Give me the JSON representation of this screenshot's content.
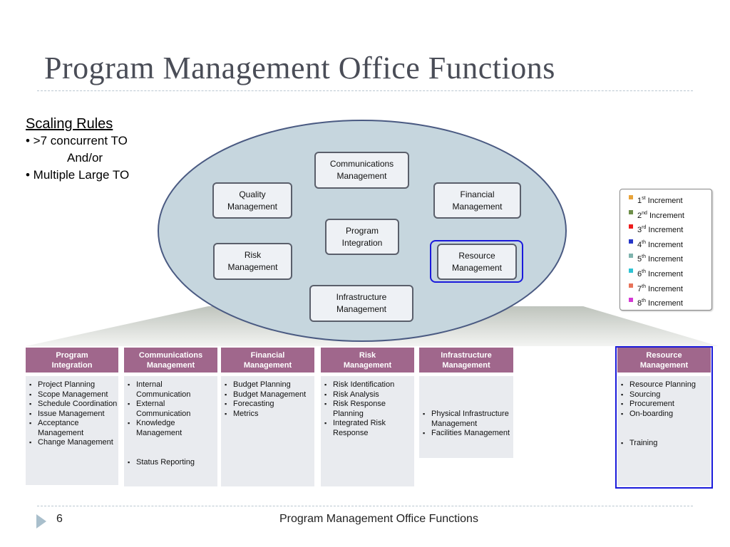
{
  "title": "Program Management Office Functions",
  "scaling": {
    "heading": "Scaling Rules",
    "line1": "• >7 concurrent TO",
    "line2": "And/or",
    "line3": "• Multiple Large TO"
  },
  "processes": [
    {
      "id": "communications",
      "line1": "Communications",
      "line2": "Management"
    },
    {
      "id": "quality",
      "line1": "Quality",
      "line2": "Management"
    },
    {
      "id": "financial",
      "line1": "Financial",
      "line2": "Management"
    },
    {
      "id": "integration",
      "line1": "Program",
      "line2": "Integration"
    },
    {
      "id": "risk",
      "line1": "Risk",
      "line2": "Management"
    },
    {
      "id": "resource",
      "line1": "Resource",
      "line2": "Management"
    },
    {
      "id": "infrastructure",
      "line1": "Infrastructure",
      "line2": "Management"
    }
  ],
  "legend": {
    "items": [
      {
        "num": "1",
        "ord": "st",
        "label": "Increment",
        "color": "#e8a33a"
      },
      {
        "num": "2",
        "ord": "nd",
        "label": "Increment",
        "color": "#6e8f4a"
      },
      {
        "num": "3",
        "ord": "rd",
        "label": "Increment",
        "color": "#ee1c1c"
      },
      {
        "num": "4",
        "ord": "th",
        "label": "Increment",
        "color": "#2636c8"
      },
      {
        "num": "5",
        "ord": "th",
        "label": "Increment",
        "color": "#7fb3ad"
      },
      {
        "num": "6",
        "ord": "th",
        "label": "Increment",
        "color": "#2ec3d4"
      },
      {
        "num": "7",
        "ord": "th",
        "label": "Increment",
        "color": "#e8735a"
      },
      {
        "num": "8",
        "ord": "th",
        "label": "Increment",
        "color": "#d438d4"
      }
    ]
  },
  "columns": [
    {
      "id": "integration",
      "head1": "Program",
      "head2": "Integration",
      "items": [
        "Project Planning",
        "Scope Management",
        "Schedule Coordination",
        "Issue Management",
        "Acceptance Management",
        "Change Management"
      ]
    },
    {
      "id": "communications",
      "head1": "Communications",
      "head2": "Management",
      "items": [
        "Internal Communication",
        "External Communication",
        "Knowledge Management",
        "Status Reporting"
      ]
    },
    {
      "id": "financial",
      "head1": "Financial",
      "head2": "Management",
      "items": [
        "Budget Planning",
        "Budget Management",
        "Forecasting",
        "Metrics"
      ]
    },
    {
      "id": "risk",
      "head1": "Risk",
      "head2": "Management",
      "items": [
        "Risk Identification",
        "Risk Analysis",
        "Risk Response Planning",
        "Integrated Risk Response"
      ]
    },
    {
      "id": "infrastructure",
      "head1": "Infrastructure",
      "head2": "Management",
      "items": [
        "Physical Infrastructure Management",
        "Facilities Management"
      ]
    },
    {
      "id": "resource",
      "head1": "Resource",
      "head2": "Management",
      "items": [
        "Resource Planning",
        "Sourcing",
        "Procurement",
        "On-boarding",
        "Training"
      ]
    }
  ],
  "footer": {
    "page": "6",
    "title": "Program Management Office Functions"
  },
  "colors": {
    "header": "#a0678c",
    "body": "#e9ebef",
    "ellipse": "#c6d6de",
    "highlight": "#1a1adb"
  }
}
